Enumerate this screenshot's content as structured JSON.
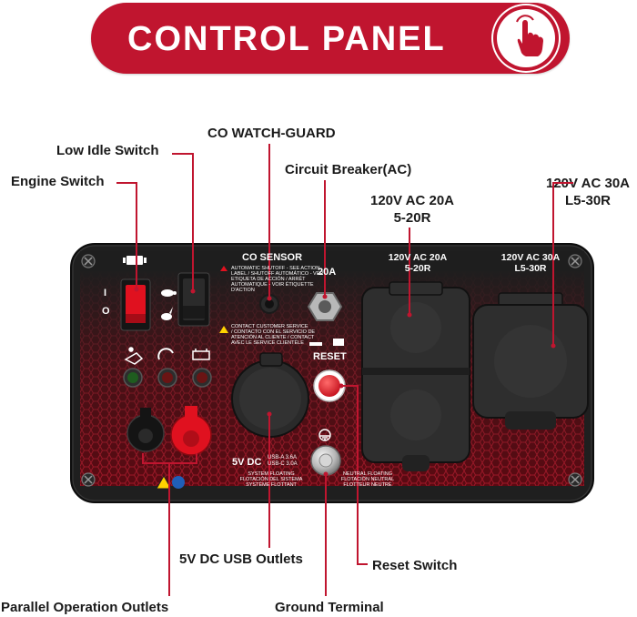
{
  "header": {
    "title": "CONTROL PANEL",
    "icon": "hand-pointer-icon",
    "color": "#c0152f"
  },
  "callouts": {
    "co_watchguard": "CO WATCH-GUARD",
    "low_idle": "Low Idle Switch",
    "engine_switch": "Engine Switch",
    "circuit_breaker": "Circuit Breaker(AC)",
    "outlet_20a_line1": "120V AC 20A",
    "outlet_20a_line2": "5-20R",
    "outlet_30a_line1": "120V AC 30A",
    "outlet_30a_line2": "L5-30R",
    "usb_outlets": "5V DC USB Outlets",
    "reset_switch": "Reset Switch",
    "parallel_outlets": "Parallel Operation Outlets",
    "ground_terminal": "Ground Terminal"
  },
  "panel": {
    "co_sensor": "CO SENSOR",
    "breaker_rating": "20A",
    "outlet_20a_line1": "120V AC 20A",
    "outlet_20a_line2": "5-20R",
    "outlet_30a_line1": "120V AC 30A",
    "outlet_30a_line2": "L5-30R",
    "reset": "RESET",
    "usb_label": "5V DC",
    "usb_a": "USB-A 3.6A",
    "usb_c": "USB-C 3.0A",
    "system_floating_1": "SYSTEM FLOATING",
    "system_floating_2": "FLOTACIÓN DEL SISTEMA",
    "system_floating_3": "SYSTÈME FLOTTANT",
    "neutral_floating_1": "NEUTRAL FLOATING",
    "neutral_floating_2": "FLOTACIÓN NEUTRAL",
    "neutral_floating_3": "FLOTTEUR NEUTRE",
    "co_warning_1": "AUTOMATIC SHUTOFF - SEE ACTION",
    "co_warning_2": "LABEL / SHUTOFF AUTOMÁTICO - VER",
    "co_warning_3": "ETIQUETA DE ACCIÓN / ARRÊT",
    "co_warning_4": "AUTOMATIQUE - VOIR ÉTIQUETTE",
    "co_warning_5": "D'ACTION",
    "service_1": "CONTACT CUSTOMER SERVICE",
    "service_2": "/ CONTACTO CON EL SERVICIO DE",
    "service_3": "ATENCIÓN AL CLIENTE / CONTACT",
    "service_4": "AVEC LE SERVICE CLIENTÈLE",
    "switch_on": "I",
    "switch_off": "O"
  }
}
